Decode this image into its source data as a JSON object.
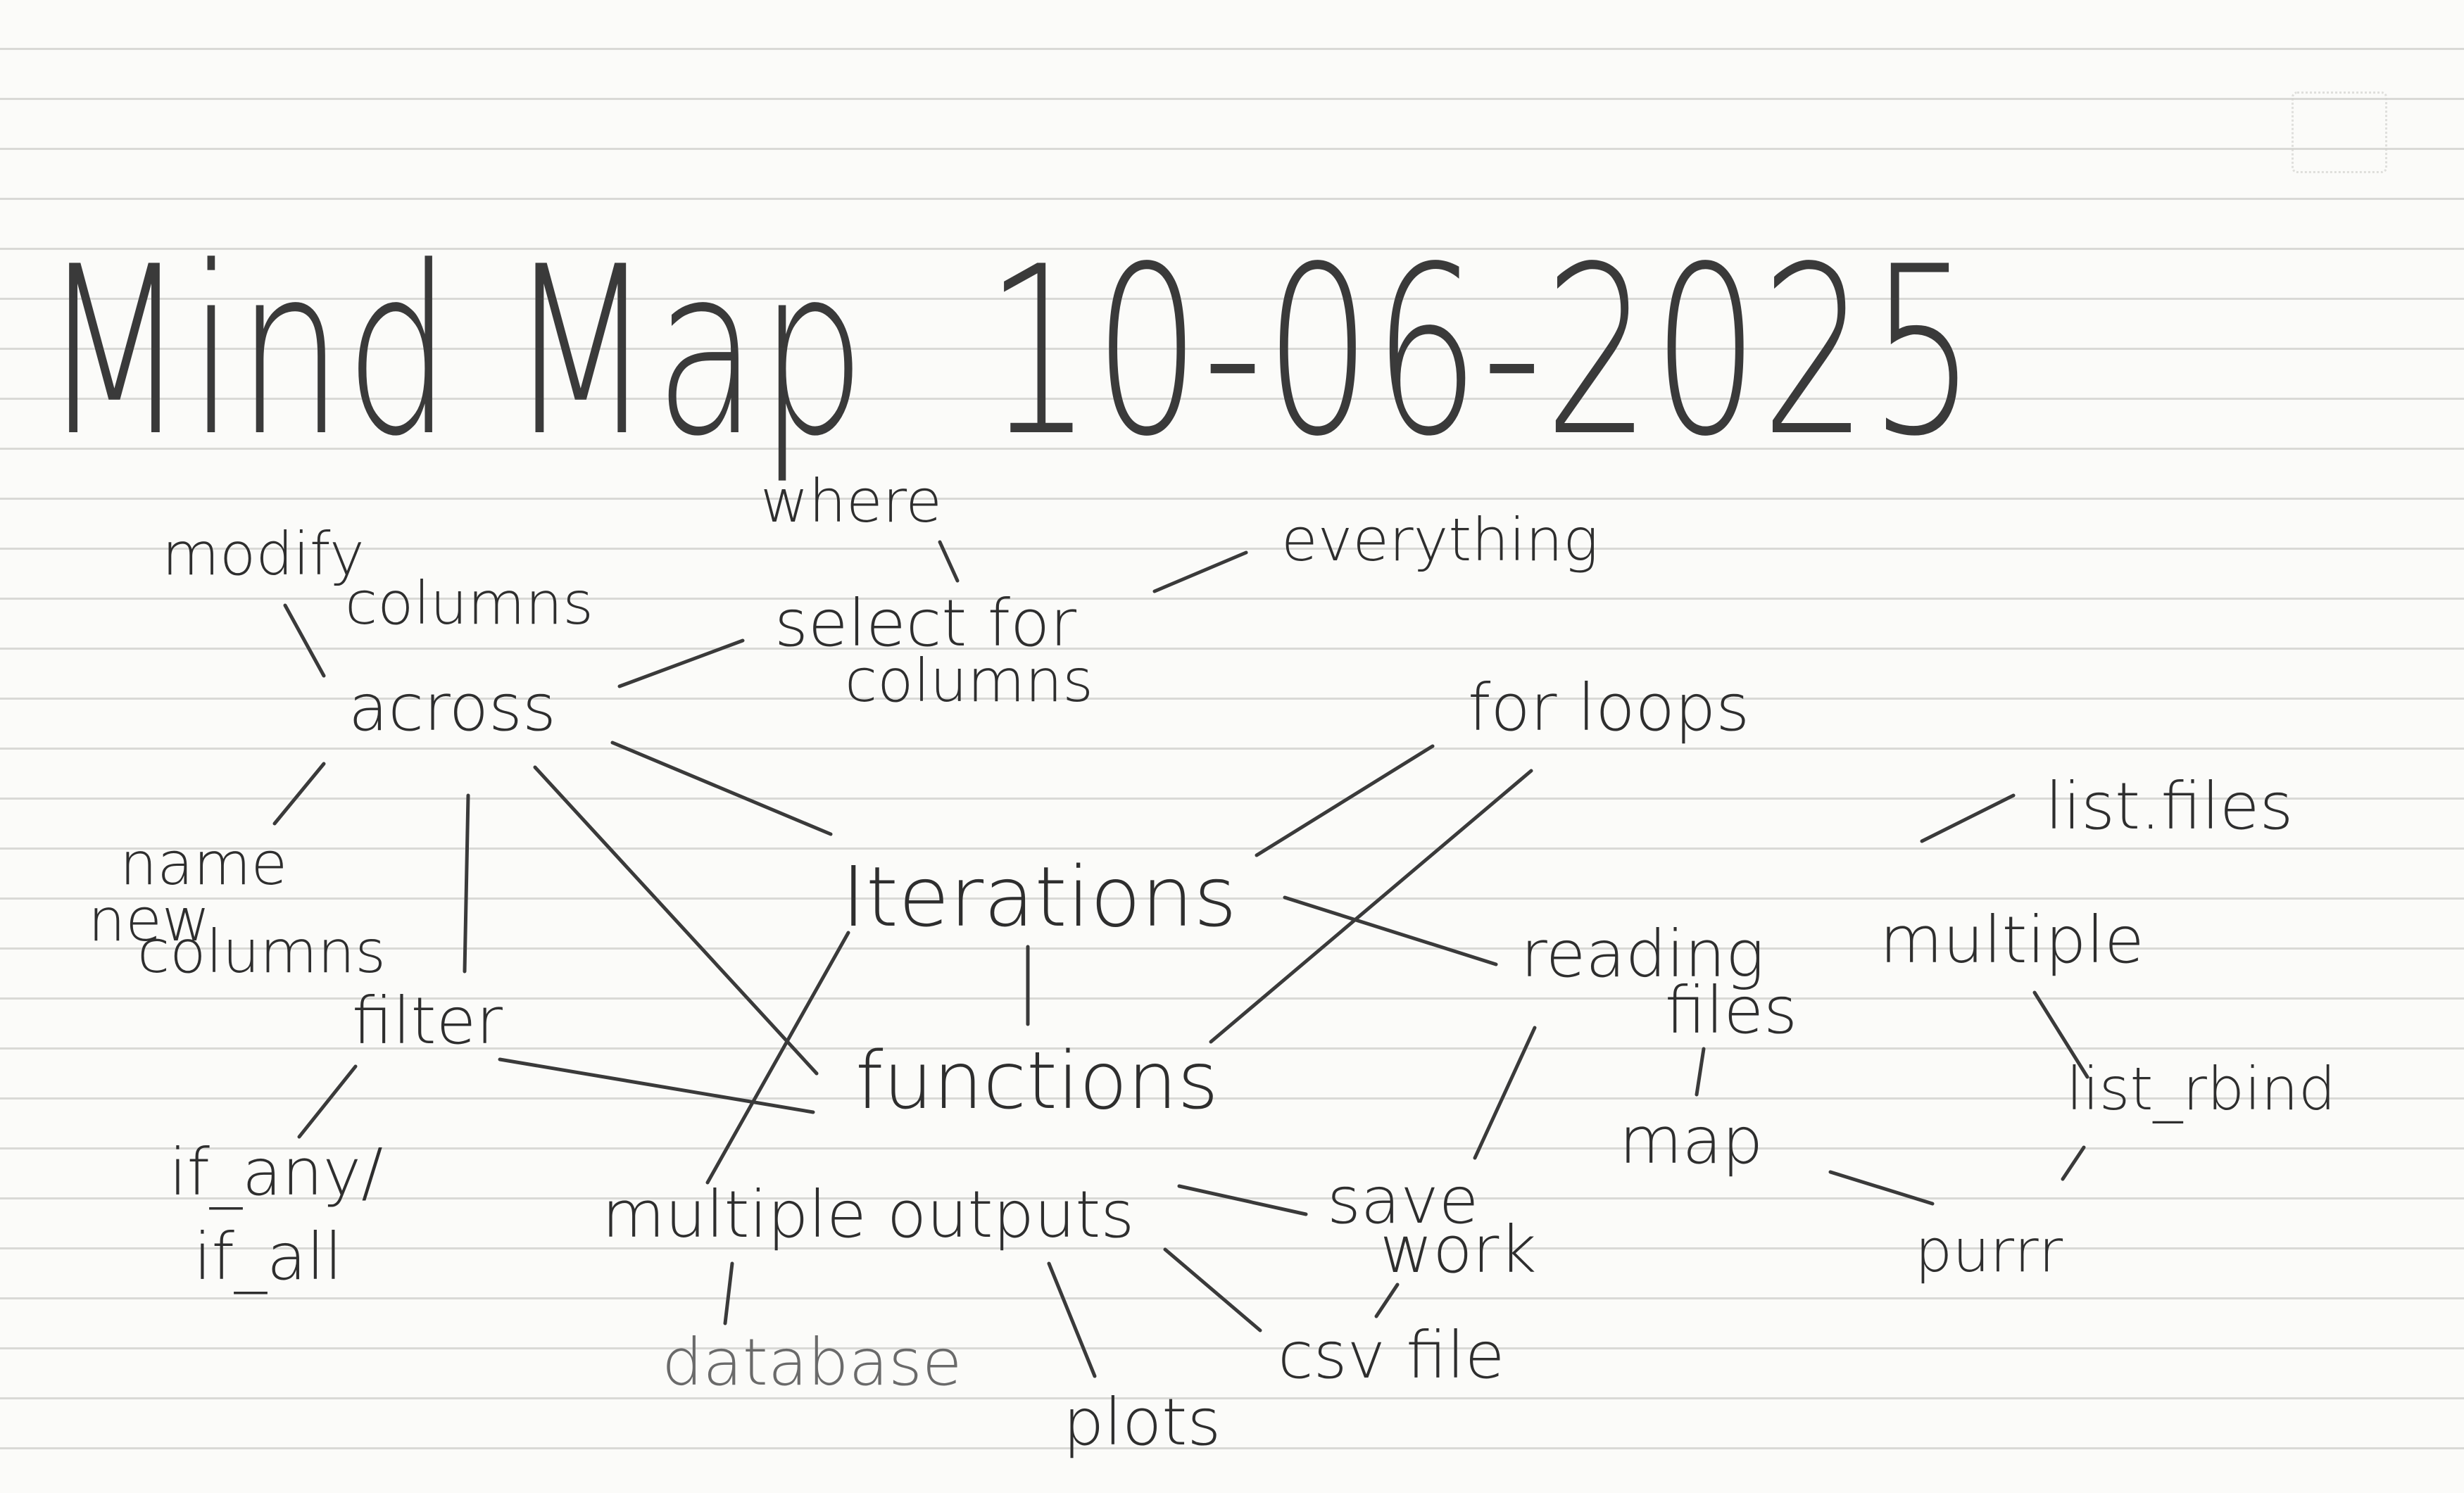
{
  "title": "Mind Map",
  "date": "10-06-2025",
  "nodes": {
    "modify": "modify",
    "columns": "columns",
    "where": "where",
    "everything": "everything",
    "select_for": "select for",
    "columns_2": "columns",
    "across": "across",
    "name": "name",
    "new": "new",
    "new_columns": "columns",
    "filter": "filter",
    "if_any": "if_any/",
    "if_all": "if_all",
    "iterations": "Iterations",
    "functions": "functions",
    "for_loops": "for loops",
    "list_files": "list.files",
    "reading": "reading",
    "files": "files",
    "multiple": "multiple",
    "list_rbind": "list_rbind",
    "map": "map",
    "purrr": "purrr",
    "save": "save",
    "work": "work",
    "csv_file": "csv file",
    "multiple_outputs": "multiple outputs",
    "database": "database",
    "plots": "plots"
  }
}
